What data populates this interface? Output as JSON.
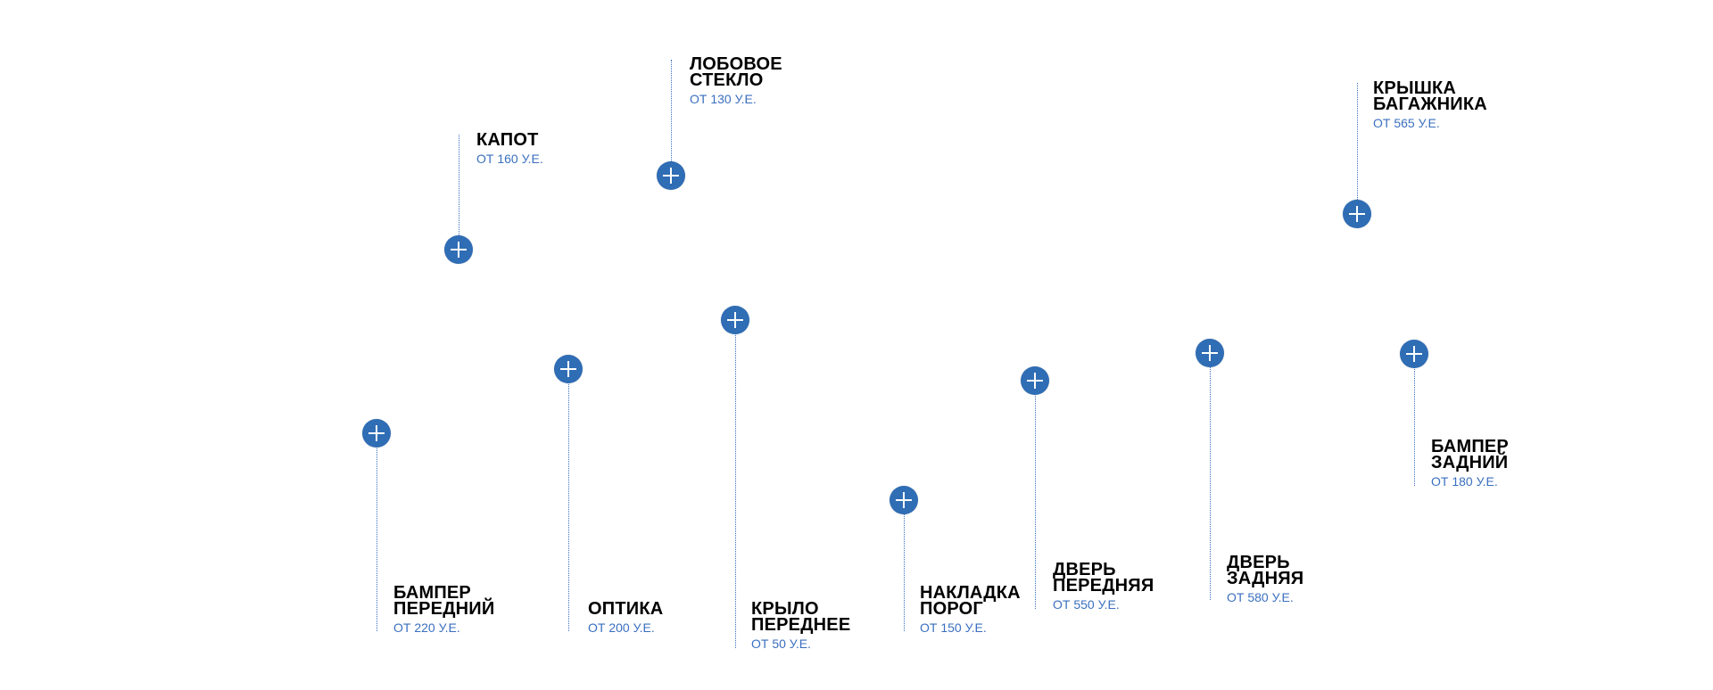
{
  "accent_color": "#2f6db5",
  "hotspots": [
    {
      "title": [
        "КАПОТ"
      ],
      "price": "ОТ 160 У.Е.",
      "icon": "plus-icon"
    },
    {
      "title": [
        "ЛОБОВОЕ",
        "СТЕКЛО"
      ],
      "price": "ОТ 130 У.Е.",
      "icon": "plus-icon"
    },
    {
      "title": [
        "КРЫШКА",
        "БАГАЖНИКА"
      ],
      "price": "ОТ 565 У.Е.",
      "icon": "plus-icon"
    },
    {
      "title": [
        "БАМПЕР",
        "ПЕРЕДНИЙ"
      ],
      "price": "ОТ 220 У.Е.",
      "icon": "plus-icon"
    },
    {
      "title": [
        "ОПТИКА"
      ],
      "price": "ОТ 200 У.Е.",
      "icon": "plus-icon"
    },
    {
      "title": [
        "КРЫЛО",
        "ПЕРЕДНЕЕ"
      ],
      "price": "ОТ 50 У.Е.",
      "icon": "plus-icon"
    },
    {
      "title": [
        "НАКЛАДКА",
        "ПОРОГ"
      ],
      "price": "ОТ 150 У.Е.",
      "icon": "plus-icon"
    },
    {
      "title": [
        "ДВЕРЬ",
        "ПЕРЕДНЯЯ"
      ],
      "price": "ОТ 550 У.Е.",
      "icon": "plus-icon"
    },
    {
      "title": [
        "ДВЕРЬ",
        "ЗАДНЯЯ"
      ],
      "price": "ОТ 580 У.Е.",
      "icon": "plus-icon"
    },
    {
      "title": [
        "БАМПЕР",
        "ЗАДНИЙ"
      ],
      "price": "ОТ 180 У.Е.",
      "icon": "plus-icon"
    }
  ]
}
